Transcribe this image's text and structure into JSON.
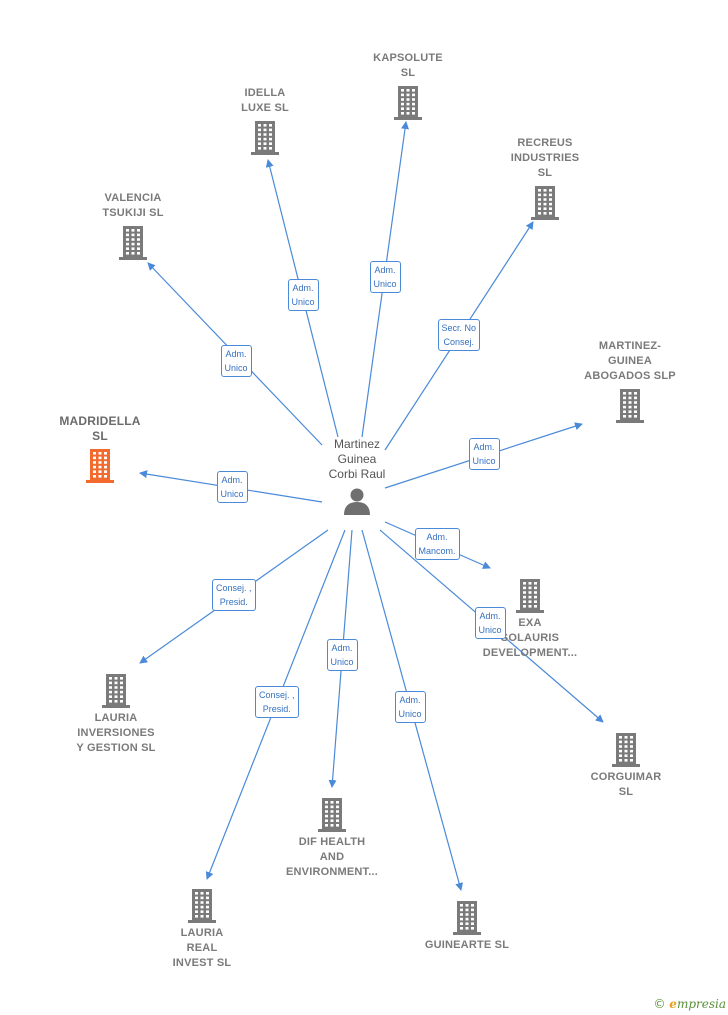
{
  "colors": {
    "edge": "#4a8ad8",
    "company": "#7a7a7a",
    "focus_company": "#f26a2e",
    "person": "#6f6f6f"
  },
  "center": {
    "name": "Martinez\nGuinea\nCorbi Raul",
    "icon": "person-icon"
  },
  "nodes": [
    {
      "id": "kapsolute",
      "label": "KAPSOLUTE\nSL",
      "focus": false
    },
    {
      "id": "idella",
      "label": "IDELLA\nLUXE  SL",
      "focus": false
    },
    {
      "id": "recreus",
      "label": "RECREUS\nINDUSTRIES\nSL",
      "focus": false
    },
    {
      "id": "valencia",
      "label": "VALENCIA\nTSUKIJI  SL",
      "focus": false
    },
    {
      "id": "martinez",
      "label": "MARTINEZ-\nGUINEA\nABOGADOS  SLP",
      "focus": false
    },
    {
      "id": "madridella",
      "label": "MADRIDELLA\nSL",
      "focus": true
    },
    {
      "id": "exa",
      "label": "EXA\nSOLAURIS\nDEVELOPMENT...",
      "focus": false
    },
    {
      "id": "lauria_inv",
      "label": "LAURIA\nINVERSIONES\nY GESTION  SL",
      "focus": false
    },
    {
      "id": "corguimar",
      "label": "CORGUIMAR\nSL",
      "focus": false
    },
    {
      "id": "dif",
      "label": "DIF HEALTH\nAND\nENVIRONMENT...",
      "focus": false
    },
    {
      "id": "lauria_real",
      "label": "LAURIA\nREAL\nINVEST  SL",
      "focus": false
    },
    {
      "id": "guinearte",
      "label": "GUINEARTE  SL",
      "focus": false
    }
  ],
  "edges": [
    {
      "to": "kapsolute",
      "label": "Adm.\nUnico"
    },
    {
      "to": "idella",
      "label": "Adm.\nUnico"
    },
    {
      "to": "recreus",
      "label": "Secr.  No\nConsej."
    },
    {
      "to": "valencia",
      "label": "Adm.\nUnico"
    },
    {
      "to": "martinez",
      "label": "Adm.\nUnico"
    },
    {
      "to": "madridella",
      "label": "Adm.\nUnico"
    },
    {
      "to": "exa",
      "label": "Adm.\nMancom."
    },
    {
      "to": "lauria_inv",
      "label": "Consej. ,\nPresid."
    },
    {
      "to": "corguimar",
      "label": "Adm.\nUnico"
    },
    {
      "to": "dif",
      "label": "Adm.\nUnico"
    },
    {
      "to": "lauria_real",
      "label": "Consej. ,\nPresid."
    },
    {
      "to": "guinearte",
      "label": "Adm.\nUnico"
    }
  ],
  "brand": {
    "copyright": "©",
    "initial": "e",
    "name": "mpresia"
  }
}
